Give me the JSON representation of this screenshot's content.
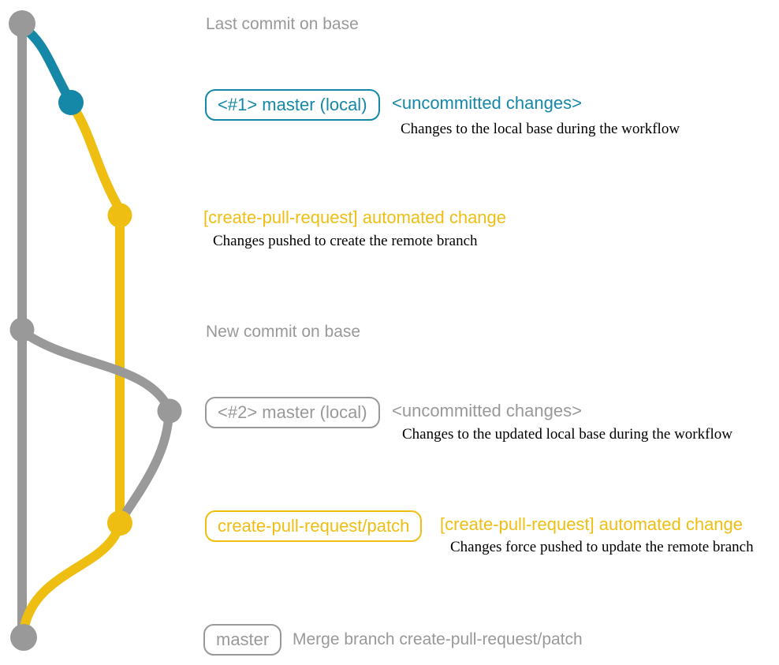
{
  "colors": {
    "gray": "#999999",
    "teal": "#1588A8",
    "yellow": "#EFBE12",
    "text": "#000000"
  },
  "rows": {
    "last_commit": {
      "label": "Last commit on base"
    },
    "master_local_1": {
      "badge": "<#1> master (local)",
      "title": "<uncommitted changes>",
      "desc": "Changes to the local base during the workflow"
    },
    "automated_change_1": {
      "title": "[create-pull-request] automated change",
      "desc": "Changes pushed to create the remote branch"
    },
    "new_commit": {
      "label": "New commit on base"
    },
    "master_local_2": {
      "badge": "<#2> master (local)",
      "title": "<uncommitted changes>",
      "desc": "Changes to the updated local base during the workflow"
    },
    "automated_change_2": {
      "badge": "create-pull-request/patch",
      "title": "[create-pull-request] automated change",
      "desc": "Changes force pushed to update the remote branch"
    },
    "merge": {
      "badge": "master",
      "label": "Merge branch create-pull-request/patch"
    }
  }
}
